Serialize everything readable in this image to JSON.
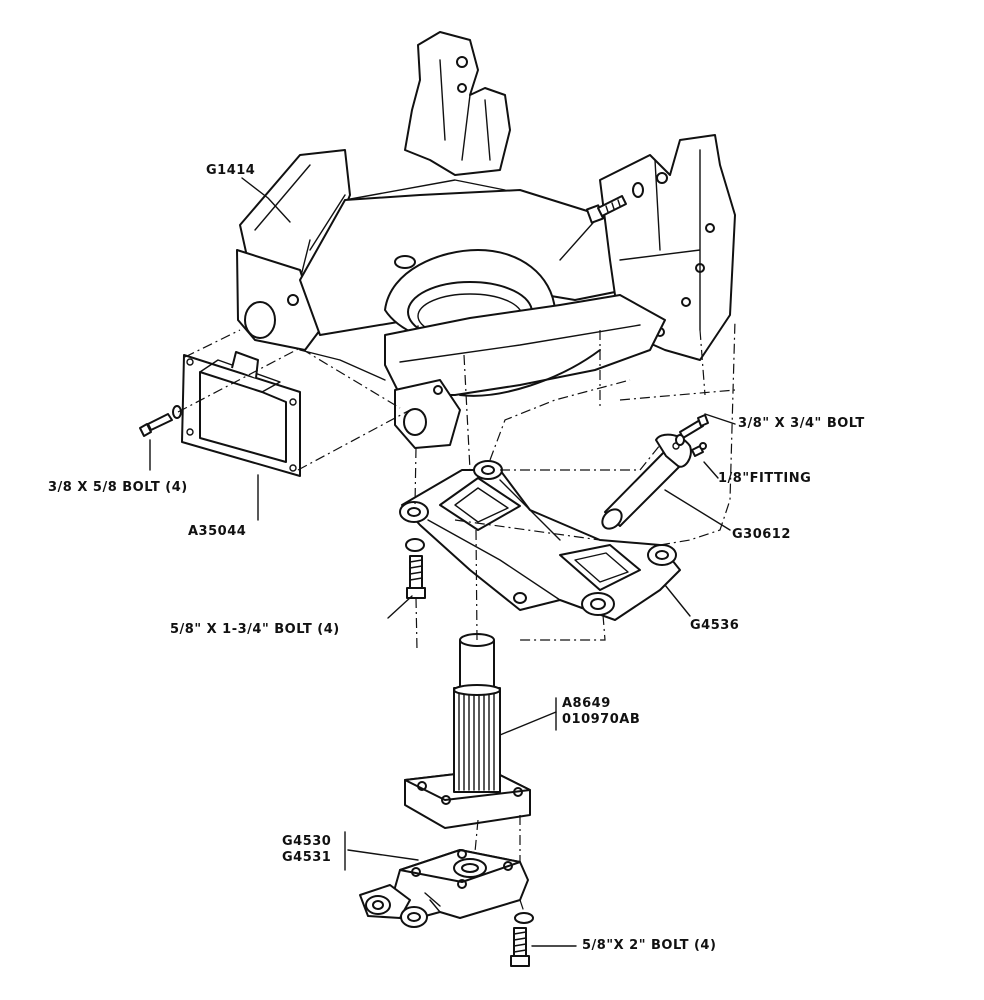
{
  "diagram": {
    "callouts": {
      "g1414": "G1414",
      "a35044": "A35044",
      "bolt_38_58": "3/8 X 5/8 BOLT (4)",
      "bolt_38_34": "3/8\" X 3/4\" BOLT",
      "fitting_18": "1/8\"FITTING",
      "g30612": "G30612",
      "bolt_58_134": "5/8\" X 1-3/4\" BOLT (4)",
      "g4536": "G4536",
      "a8649": "A8649",
      "p010970ab": "010970AB",
      "g4530": "G4530",
      "g4531": "G4531",
      "bolt_58_2": "5/8\"X 2\" BOLT (4)"
    }
  }
}
